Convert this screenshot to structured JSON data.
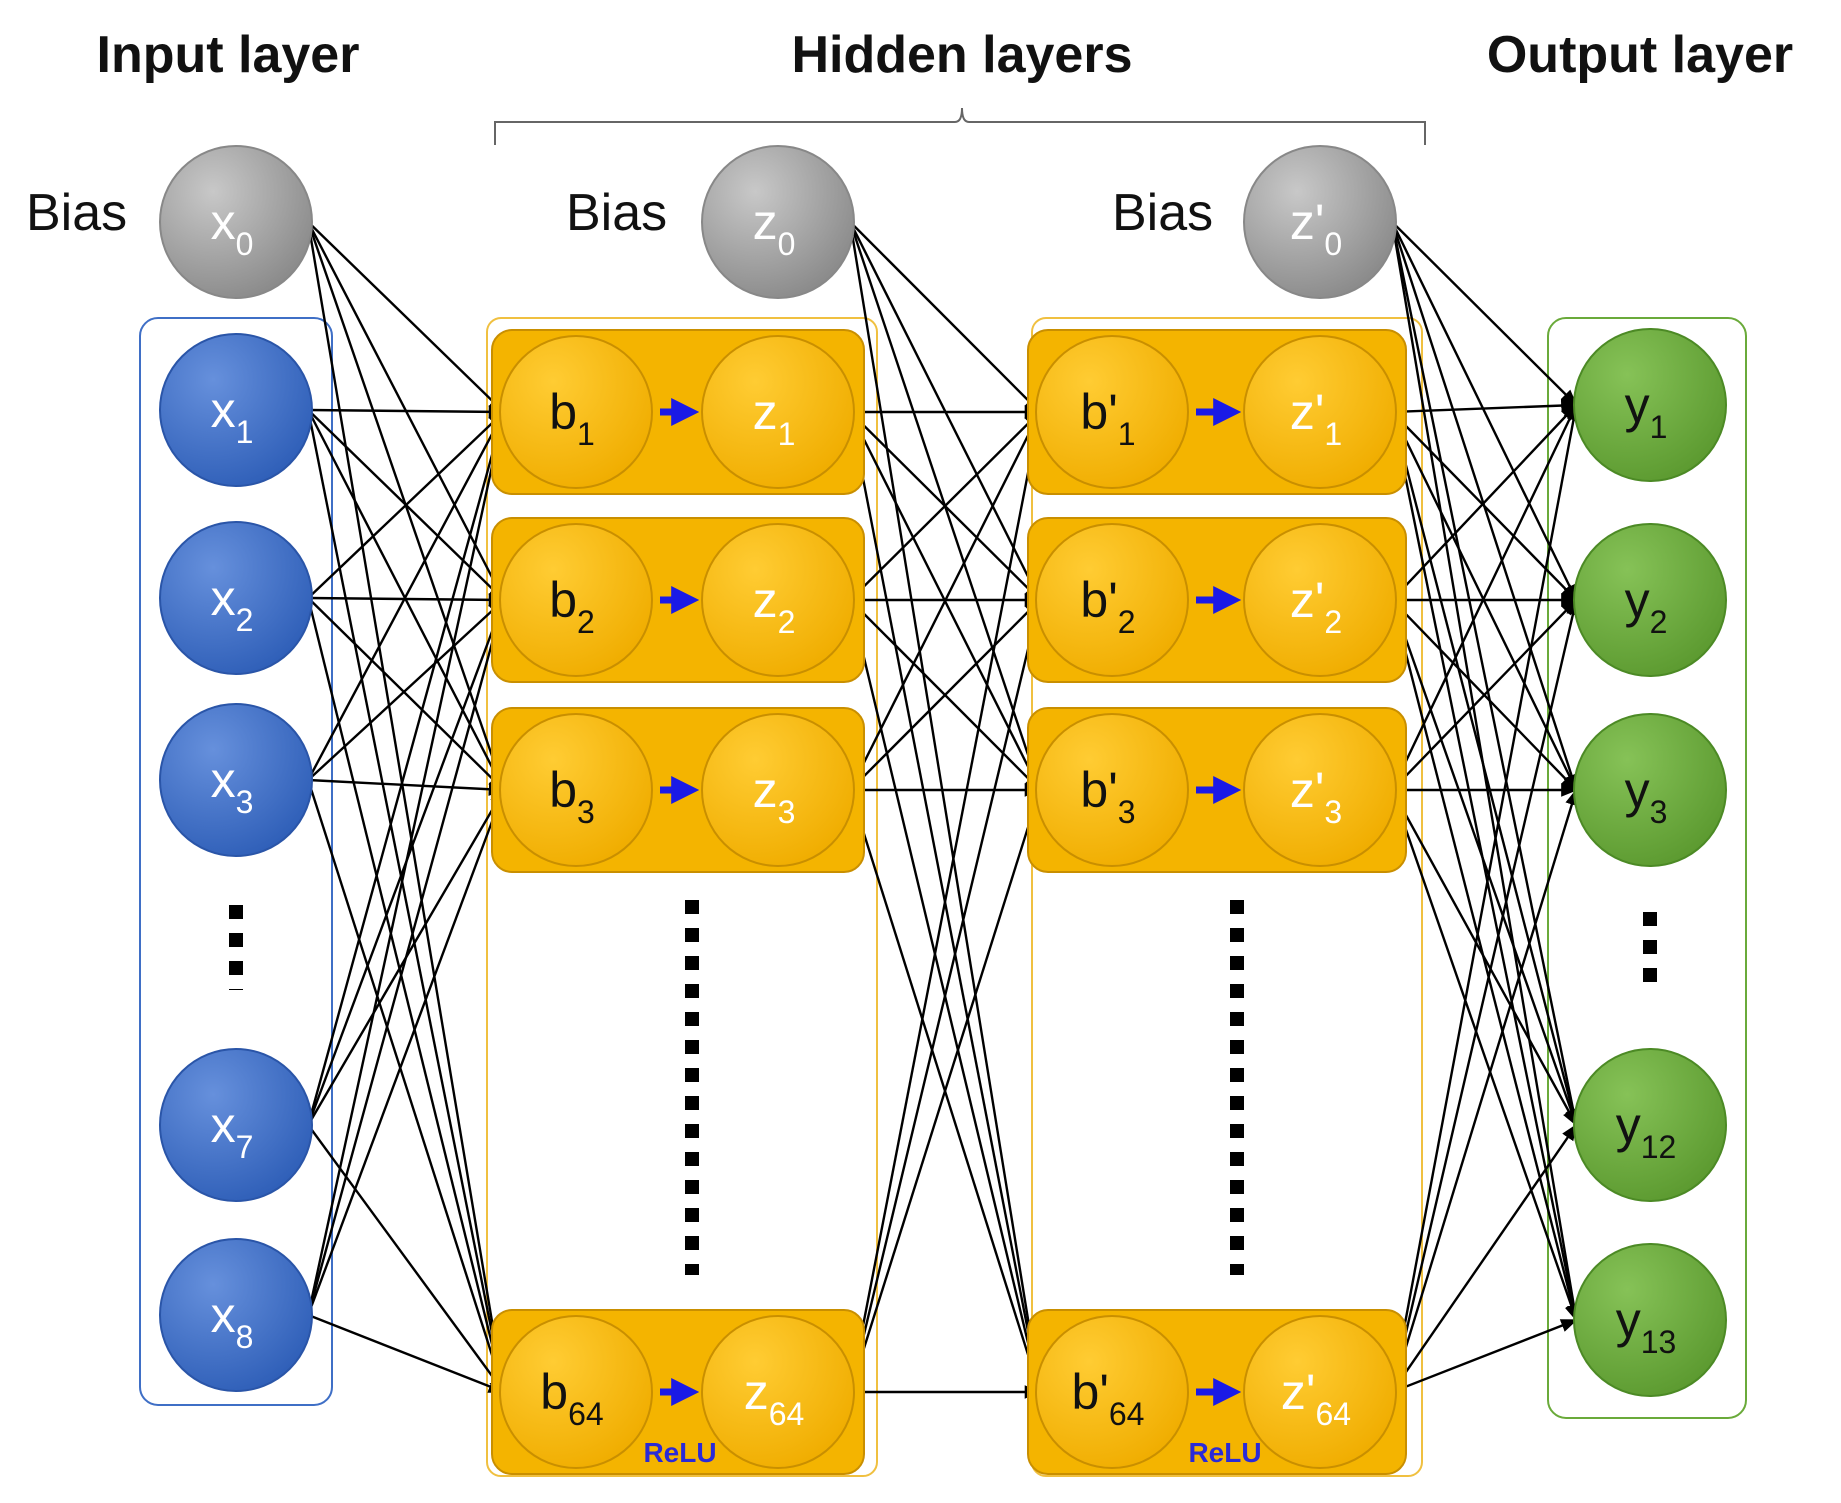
{
  "titles": {
    "input": "Input layer",
    "hidden": "Hidden layers",
    "output": "Output layer"
  },
  "bias_label": "Bias",
  "activation_label": "ReLU",
  "input_layer": {
    "bias": {
      "base": "x",
      "sub": "0"
    },
    "nodes": [
      {
        "base": "x",
        "sub": "1"
      },
      {
        "base": "x",
        "sub": "2"
      },
      {
        "base": "x",
        "sub": "3"
      },
      {
        "base": "x",
        "sub": "7"
      },
      {
        "base": "x",
        "sub": "8"
      }
    ]
  },
  "hidden_layer_1": {
    "bias": {
      "base": "z",
      "sub": "0"
    },
    "units": [
      {
        "pre": {
          "base": "b",
          "sub": "1"
        },
        "post": {
          "base": "z",
          "sub": "1"
        }
      },
      {
        "pre": {
          "base": "b",
          "sub": "2"
        },
        "post": {
          "base": "z",
          "sub": "2"
        }
      },
      {
        "pre": {
          "base": "b",
          "sub": "3"
        },
        "post": {
          "base": "z",
          "sub": "3"
        }
      },
      {
        "pre": {
          "base": "b",
          "sub": "64"
        },
        "post": {
          "base": "z",
          "sub": "64"
        }
      }
    ]
  },
  "hidden_layer_2": {
    "bias": {
      "base": "z'",
      "sub": "0"
    },
    "units": [
      {
        "pre": {
          "base": "b'",
          "sub": "1"
        },
        "post": {
          "base": "z'",
          "sub": "1"
        }
      },
      {
        "pre": {
          "base": "b'",
          "sub": "2"
        },
        "post": {
          "base": "z'",
          "sub": "2"
        }
      },
      {
        "pre": {
          "base": "b'",
          "sub": "3"
        },
        "post": {
          "base": "z'",
          "sub": "3"
        }
      },
      {
        "pre": {
          "base": "b'",
          "sub": "64"
        },
        "post": {
          "base": "z'",
          "sub": "64"
        }
      }
    ]
  },
  "output_layer": {
    "nodes": [
      {
        "base": "y",
        "sub": "1"
      },
      {
        "base": "y",
        "sub": "2"
      },
      {
        "base": "y",
        "sub": "3"
      },
      {
        "base": "y",
        "sub": "12"
      },
      {
        "base": "y",
        "sub": "13"
      }
    ]
  },
  "colors": {
    "bias_node": "#9a9a9a",
    "input_node": "#3f6fc6",
    "hidden_unit": "#f5b800",
    "hidden_box": "#f4b400",
    "output_node": "#6aaa3a",
    "activation_arrow": "#1a1ae6",
    "edge": "#000000"
  }
}
